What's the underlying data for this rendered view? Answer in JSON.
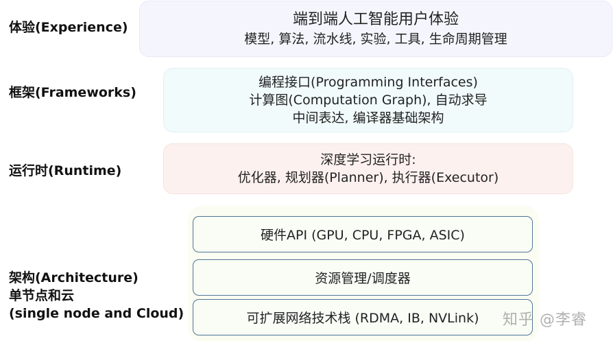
{
  "layers": [
    {
      "id": "experience",
      "label": "体验(Experience)",
      "lines": [
        "端到端人工智能用户体验",
        "模型, 算法, 流水线, 实验, 工具, 生命周期管理"
      ],
      "color": "#f5f6fd"
    },
    {
      "id": "frameworks",
      "label": "框架(Frameworks)",
      "lines": [
        "编程接口(Programming Interfaces)",
        "计算图(Computation Graph), 自动求导",
        "中间表达, 编译器基础架构"
      ],
      "color": "#f1fbfb"
    },
    {
      "id": "runtime",
      "label": "运行时(Runtime)",
      "lines": [
        "深度学习运行时:",
        "优化器, 规划器(Planner), 执行器(Executor)"
      ],
      "color": "#fdf1ef"
    },
    {
      "id": "architecture",
      "label_lines": [
        "架构(Architecture)",
        "单节点和云",
        "(single node and Cloud)"
      ],
      "boxes": [
        "硬件API (GPU, CPU, FPGA, ASIC)",
        "资源管理/调度器",
        "可扩展网络技术栈 (RDMA, IB, NVLink)"
      ],
      "border_color": "#4e7396"
    }
  ],
  "watermark": "知乎 @李睿"
}
